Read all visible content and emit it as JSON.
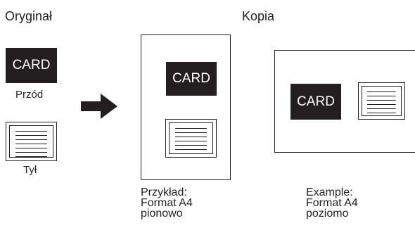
{
  "original": {
    "heading": "Oryginał",
    "front_card_text": "CARD",
    "front_caption": "Przód",
    "back_caption": "Tył"
  },
  "copy": {
    "heading": "Kopia",
    "portrait": {
      "card_text": "CARD",
      "note": "Przykład:\nFormat A4\npionowo"
    },
    "landscape": {
      "card_text": "CARD",
      "note": "Example:\nFormat A4\npoziomo"
    }
  },
  "colors": {
    "ink": "#231f20",
    "paper": "#ffffff"
  },
  "icons": {
    "arrow": "right-arrow-icon"
  }
}
